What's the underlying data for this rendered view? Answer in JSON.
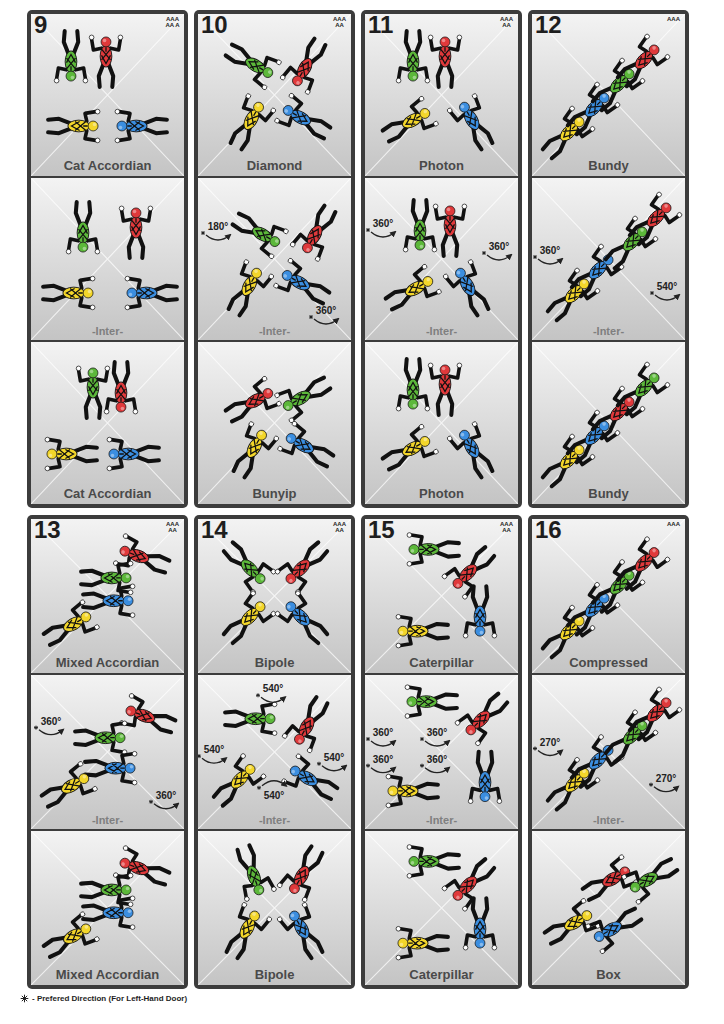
{
  "diagram": {
    "nodes": [
      {
        "text": [
          "9",
          "AAA AA A"
        ]
      },
      {
        "text": [
          "Cat Accordian"
        ],
        "in": 0
      },
      {
        "text": [
          "-Inter-"
        ],
        "in": 0
      },
      {
        "text": [
          "Cat Accordian"
        ],
        "in": 0
      },
      {
        "text": [
          "10",
          "AAA AA"
        ]
      },
      {
        "text": [
          "Diamond"
        ],
        "in": 4
      },
      {
        "text": [
          "-Inter-",
          "180°",
          "360°"
        ],
        "in": 4
      },
      {
        "text": [
          "Bunyip"
        ],
        "in": 4
      },
      {
        "text": [
          "11",
          "AAA AA"
        ]
      },
      {
        "text": [
          "Photon"
        ],
        "in": 8
      },
      {
        "text": [
          "-Inter-",
          "360°",
          "360°"
        ],
        "in": 8
      },
      {
        "text": [
          "Photon"
        ],
        "in": 8
      },
      {
        "text": [
          "12",
          "AAA"
        ]
      },
      {
        "text": [
          "Bundy"
        ],
        "in": 12
      },
      {
        "text": [
          "-Inter-",
          "360°",
          "540°"
        ],
        "in": 12
      },
      {
        "text": [
          "Bundy"
        ],
        "in": 12
      },
      {
        "text": [
          "13",
          "AAA AA"
        ]
      },
      {
        "text": [
          "Mixed Accordian"
        ],
        "in": 16
      },
      {
        "text": [
          "-Inter-",
          "360°",
          "360°"
        ],
        "in": 16
      },
      {
        "text": [
          "Mixed Accordian"
        ],
        "in": 16
      },
      {
        "text": [
          "14",
          "AAA AA"
        ]
      },
      {
        "text": [
          "Bipole"
        ],
        "in": 20
      },
      {
        "text": [
          "-Inter-",
          "540°",
          "540°",
          "540°",
          "540°"
        ],
        "in": 20
      },
      {
        "text": [
          "Bipole"
        ],
        "in": 20
      },
      {
        "text": [
          "15",
          "AAA AA"
        ]
      },
      {
        "text": [
          "Caterpillar"
        ],
        "in": 24
      },
      {
        "text": [
          "-Inter-",
          "360°",
          "360°",
          "360°",
          "360°"
        ],
        "in": 24
      },
      {
        "text": [
          "Caterpillar"
        ],
        "in": 24
      },
      {
        "text": [
          "16",
          "AAA"
        ]
      },
      {
        "text": [
          "Compressed"
        ],
        "in": 28
      },
      {
        "text": [
          "-Inter-",
          "270°",
          "270°"
        ],
        "in": 28
      },
      {
        "text": [
          "Box"
        ],
        "in": 28
      }
    ],
    "legend": [
      {
        "text": "- Prefered Direction (For Left-Hand Door)"
      }
    ]
  }
}
